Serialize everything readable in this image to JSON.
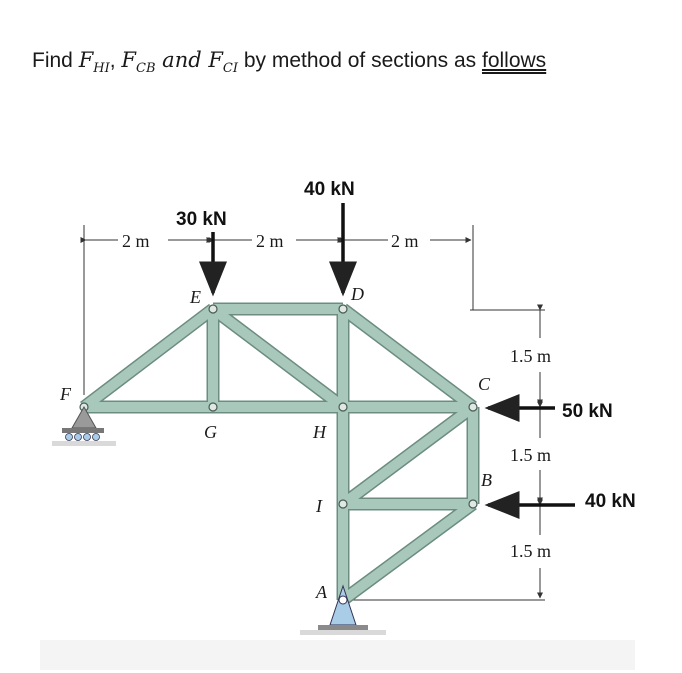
{
  "question": {
    "prefix": "Find ",
    "f_hi": "F",
    "f_hi_sub": "HI",
    "comma": ", ",
    "f_cb": "F",
    "f_cb_sub": "CB",
    "and": " and ",
    "f_ci": "F",
    "f_ci_sub": "CI",
    "suffix": " by method of sections as ",
    "underlined": "follows"
  },
  "loads": {
    "e": "30 kN",
    "d": "40 kN",
    "c": "50 kN",
    "b": "40 kN"
  },
  "dims": {
    "h1": "2 m",
    "h2": "2 m",
    "h3": "2 m",
    "v1": "1.5 m",
    "v2": "1.5 m",
    "v3": "1.5 m"
  },
  "joints": {
    "f": "F",
    "e": "E",
    "d": "D",
    "g": "G",
    "h": "H",
    "c": "C",
    "b": "B",
    "i": "I",
    "a": "A"
  },
  "colors": {
    "member_fill": "#a7c8bb",
    "member_edge": "#6c8c80",
    "support_blue": "#a9cde6",
    "support_gray": "#9a9a9a"
  }
}
